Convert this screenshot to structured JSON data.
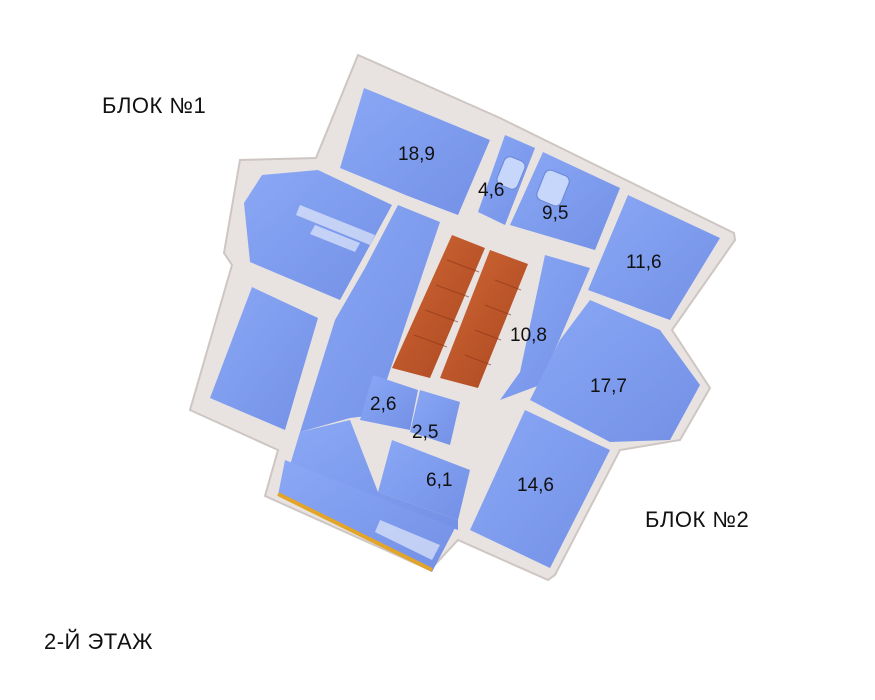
{
  "labels": {
    "block1": "БЛОК №1",
    "block2": "БЛОК №2",
    "floor": "2-Й ЭТАЖ"
  },
  "rooms": {
    "r1": "18,9",
    "r2": "4,6",
    "r3": "9,5",
    "r4": "11,6",
    "r5": "10,8",
    "r6": "17,7",
    "r7": "2,6",
    "r8": "2,5",
    "r9": "6,1",
    "r10": "14,6"
  },
  "colors": {
    "floor_blue": "#7e9df0",
    "wall": "#e6e1df",
    "wall_shadow": "#c9c3c1",
    "stairs": "#c2542a",
    "accent_orange": "#f0a34c",
    "balcony_edge": "#e2a52a"
  }
}
